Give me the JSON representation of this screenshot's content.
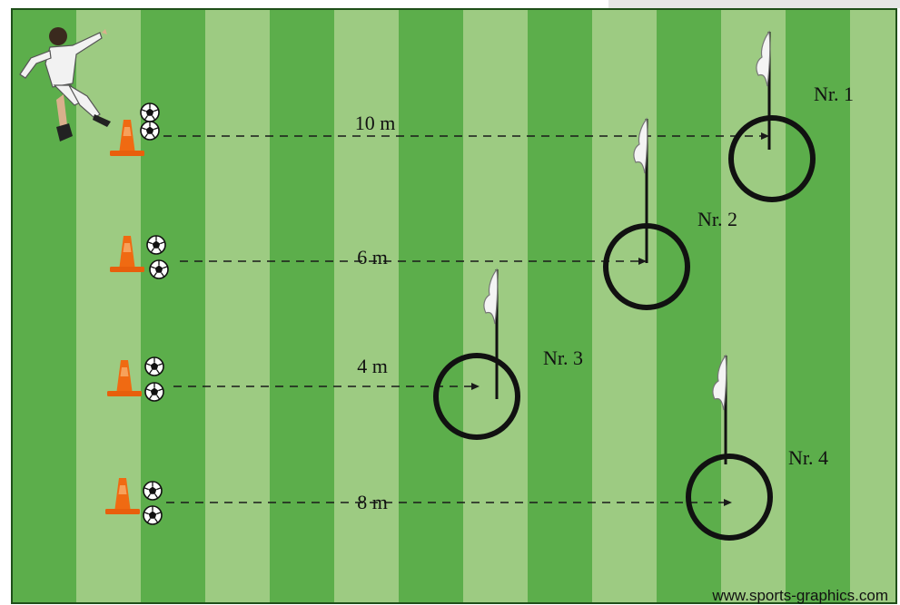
{
  "field": {
    "stripe_light": "#9dcb82",
    "stripe_dark": "#5cae4b",
    "border": "#1f4f1a",
    "cone_color": "#f06a12",
    "target_ring_color": "#111111"
  },
  "lanes": [
    {
      "distance_label": "10 m",
      "target_label": "Nr. 1"
    },
    {
      "distance_label": "6 m",
      "target_label": "Nr. 2"
    },
    {
      "distance_label": "4 m",
      "target_label": "Nr. 3"
    },
    {
      "distance_label": "8 m",
      "target_label": "Nr. 4"
    }
  ],
  "watermark": "www.sports-graphics.com",
  "icons": [
    "player-kicking-icon",
    "cone-icon",
    "soccer-ball-icon",
    "flag-icon",
    "target-ring-icon"
  ]
}
